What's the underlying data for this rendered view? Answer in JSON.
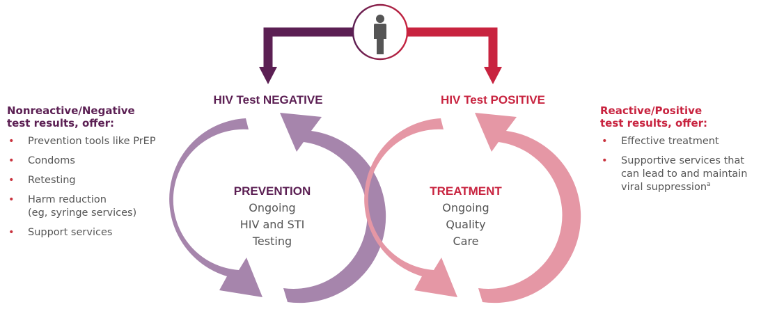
{
  "negative": {
    "label": "HIV Test NEGATIVE",
    "cycle_title": "PREVENTION",
    "cycle_lines": [
      "Ongoing",
      "HIV and STI",
      "Testing"
    ],
    "panel_heading": "Nonreactive/Negative\ntest results, offer:",
    "bullets": [
      "Prevention tools like PrEP",
      "Condoms",
      "Retesting",
      "Harm reduction\n(eg, syringe services)",
      "Support services"
    ]
  },
  "positive": {
    "label": "HIV Test POSITIVE",
    "cycle_title": "TREATMENT",
    "cycle_lines": [
      "Ongoing",
      "Quality",
      "Care"
    ],
    "panel_heading": "Reactive/Positive\ntest results, offer:",
    "bullets": [
      "Effective treatment",
      "Supportive services that\ncan lead to and maintain\nviral suppression"
    ],
    "footnote_marker": "a"
  },
  "colors": {
    "negative_dark": "#5b1f53",
    "negative_cycle": "#a685ac",
    "positive_dark": "#c8233f",
    "positive_cycle": "#e597a5",
    "person": "#555555",
    "body_text": "#555555"
  },
  "icons": {
    "person": "person-icon",
    "connector_left": "down-arrow-icon",
    "connector_right": "down-arrow-icon",
    "cycle_left": "circular-arrows-icon",
    "cycle_right": "circular-arrows-icon"
  }
}
